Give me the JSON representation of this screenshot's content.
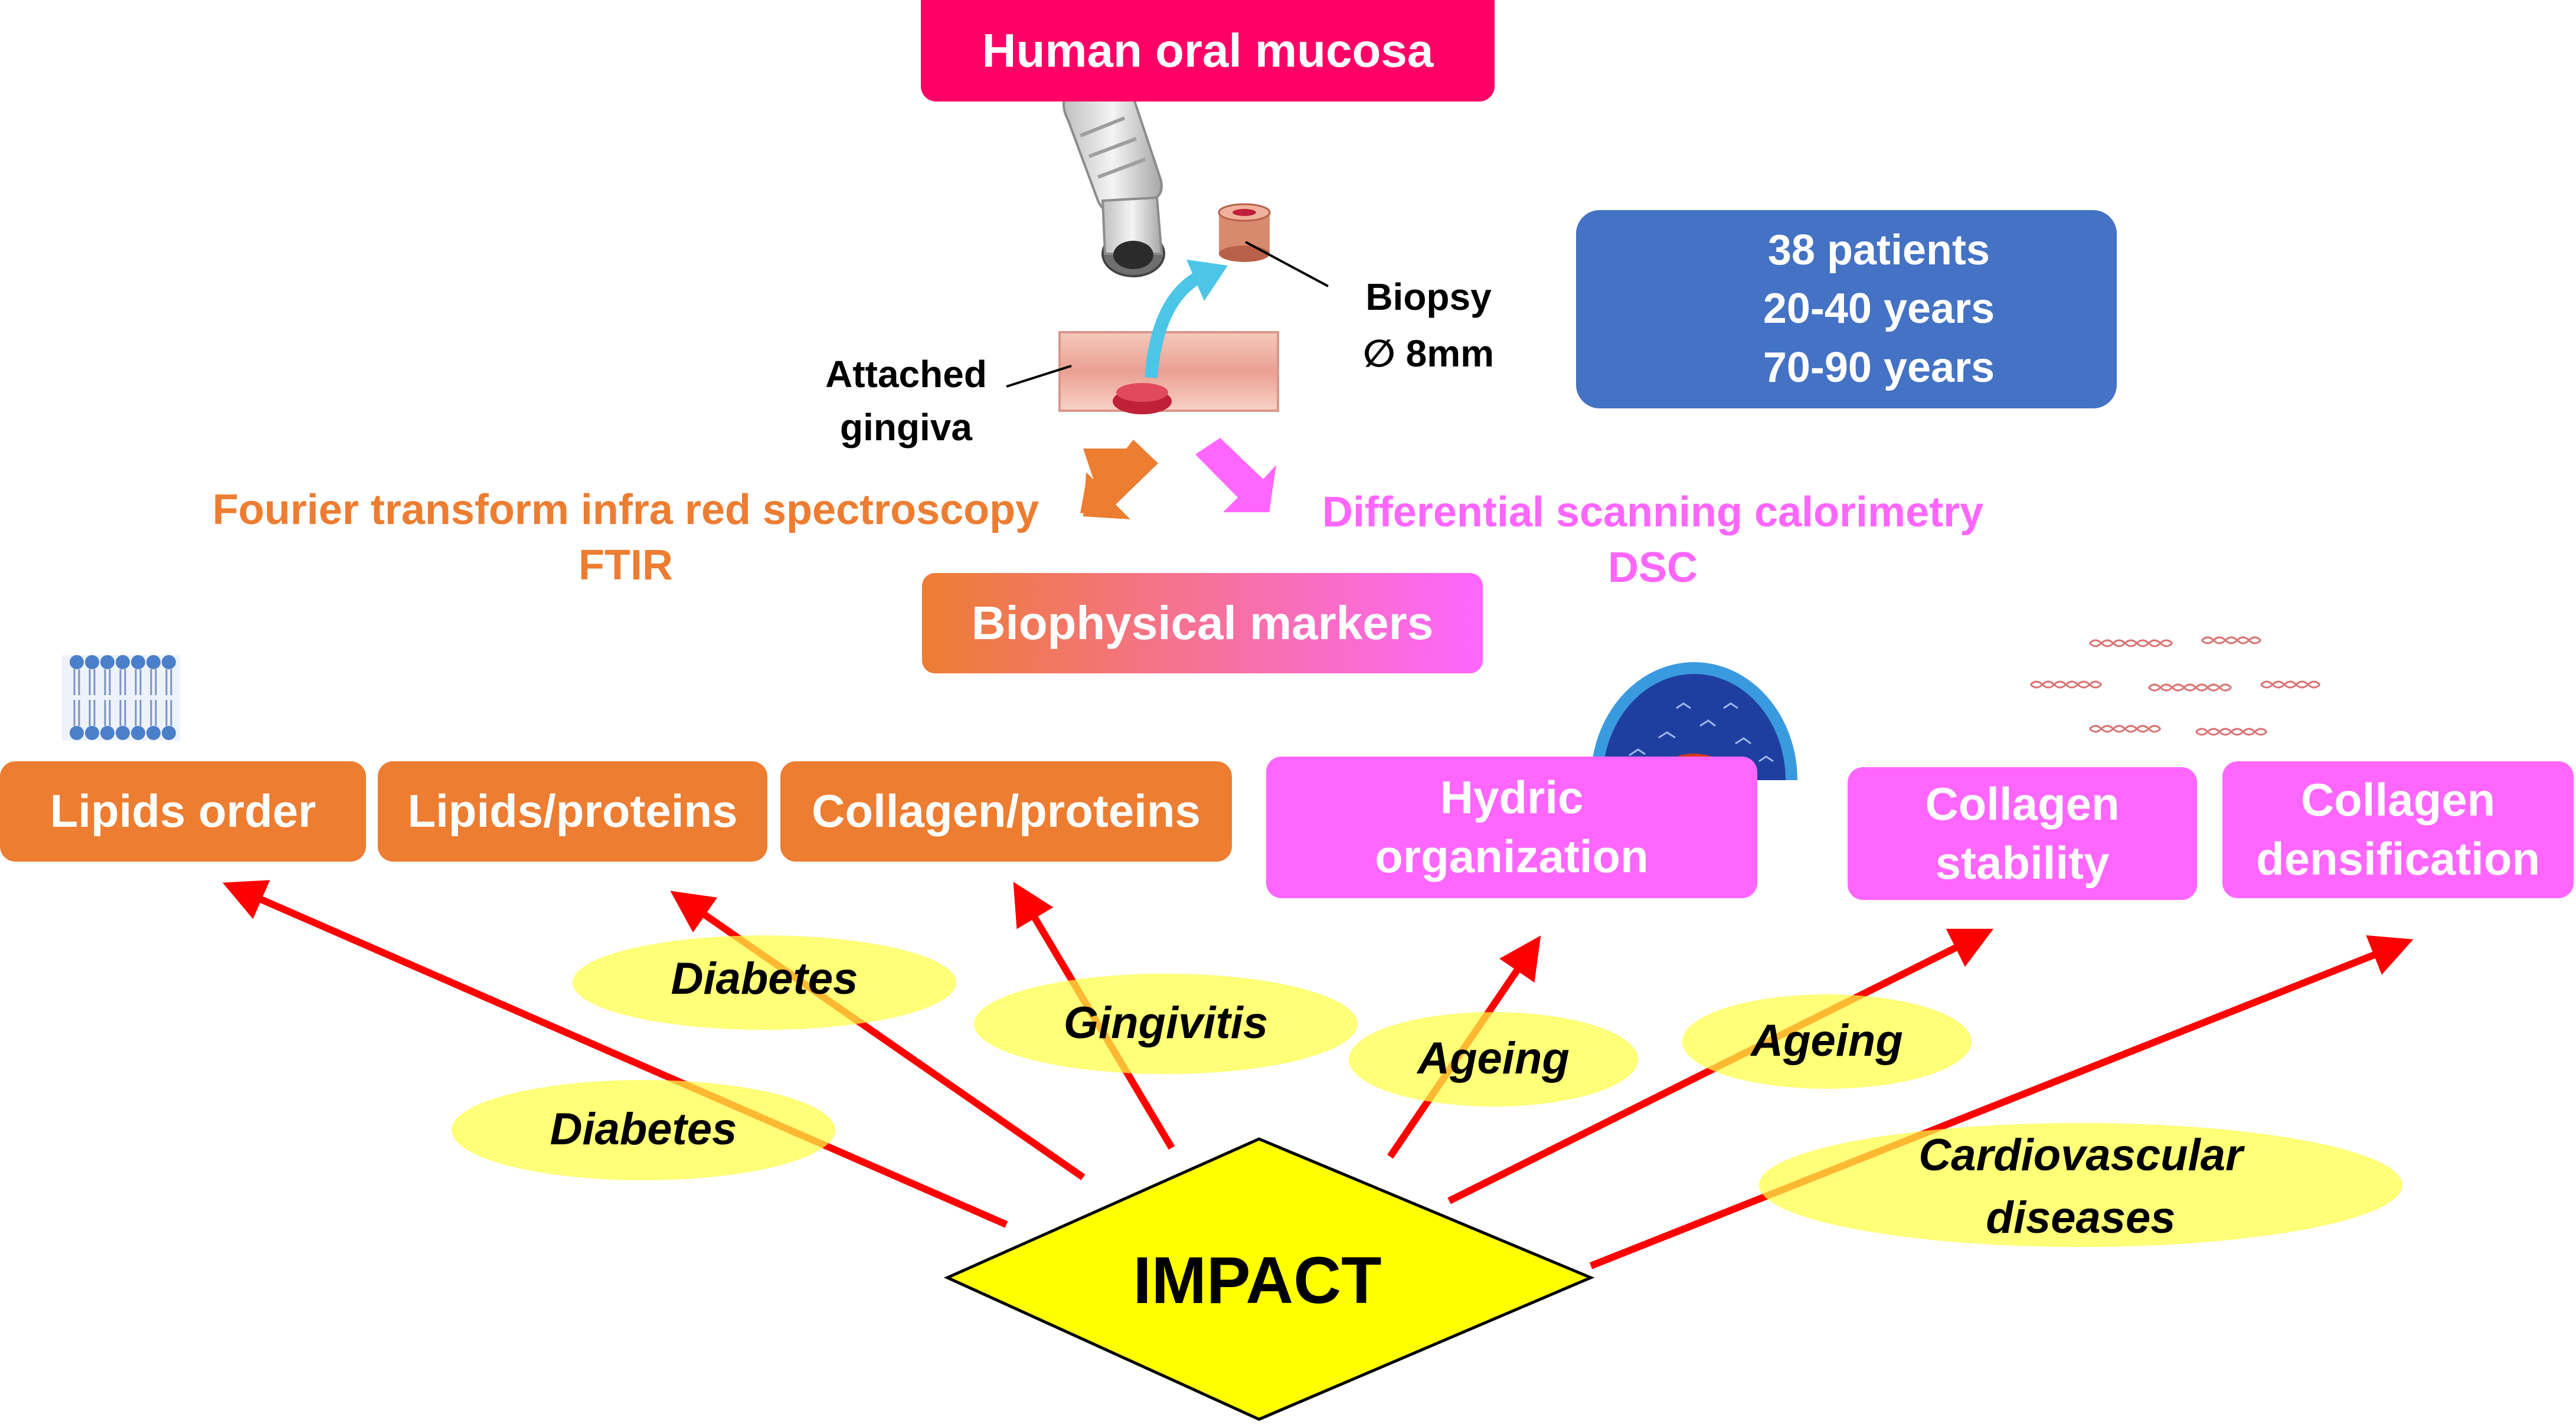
{
  "header": {
    "title": "Human oral mucosa"
  },
  "biopsy": {
    "label_line1": "Biopsy",
    "label_line2": "∅ 8mm",
    "gingiva_line1": "Attached",
    "gingiva_line2": "gingiva"
  },
  "patients": {
    "line1": "38 patients",
    "line2": "20-40 years",
    "line3": "70-90 years"
  },
  "methods": {
    "ftir_line1": "Fourier transform infra red spectroscopy",
    "ftir_line2": "FTIR",
    "dsc_line1": "Differential scanning calorimetry",
    "dsc_line2": "DSC"
  },
  "markers": {
    "title": "Biophysical markers"
  },
  "ftir_markers": [
    {
      "label": "Lipids order"
    },
    {
      "label": "Lipids/proteins"
    },
    {
      "label": "Collagen/proteins"
    }
  ],
  "dsc_markers": [
    {
      "line1": "Hydric",
      "line2": "organization"
    },
    {
      "line1": "Collagen",
      "line2": "stability"
    },
    {
      "line1": "Collagen",
      "line2": "densification"
    }
  ],
  "conditions": {
    "diabetes_a": "Diabetes",
    "diabetes_b": "Diabetes",
    "gingivitis": "Gingivitis",
    "ageing_a": "Ageing",
    "ageing_b": "Ageing",
    "cardio_line1": "Cardiovascular",
    "cardio_line2": "diseases"
  },
  "impact": {
    "label": "IMPACT"
  },
  "colors": {
    "header": "#FF0066",
    "patients_box": "#4472C4",
    "ftir": "#ED7D31",
    "dsc": "#FF66FF",
    "arrow": "#FF0000",
    "ellipse": "#FFFF66",
    "diamond": "#FFFF00"
  }
}
